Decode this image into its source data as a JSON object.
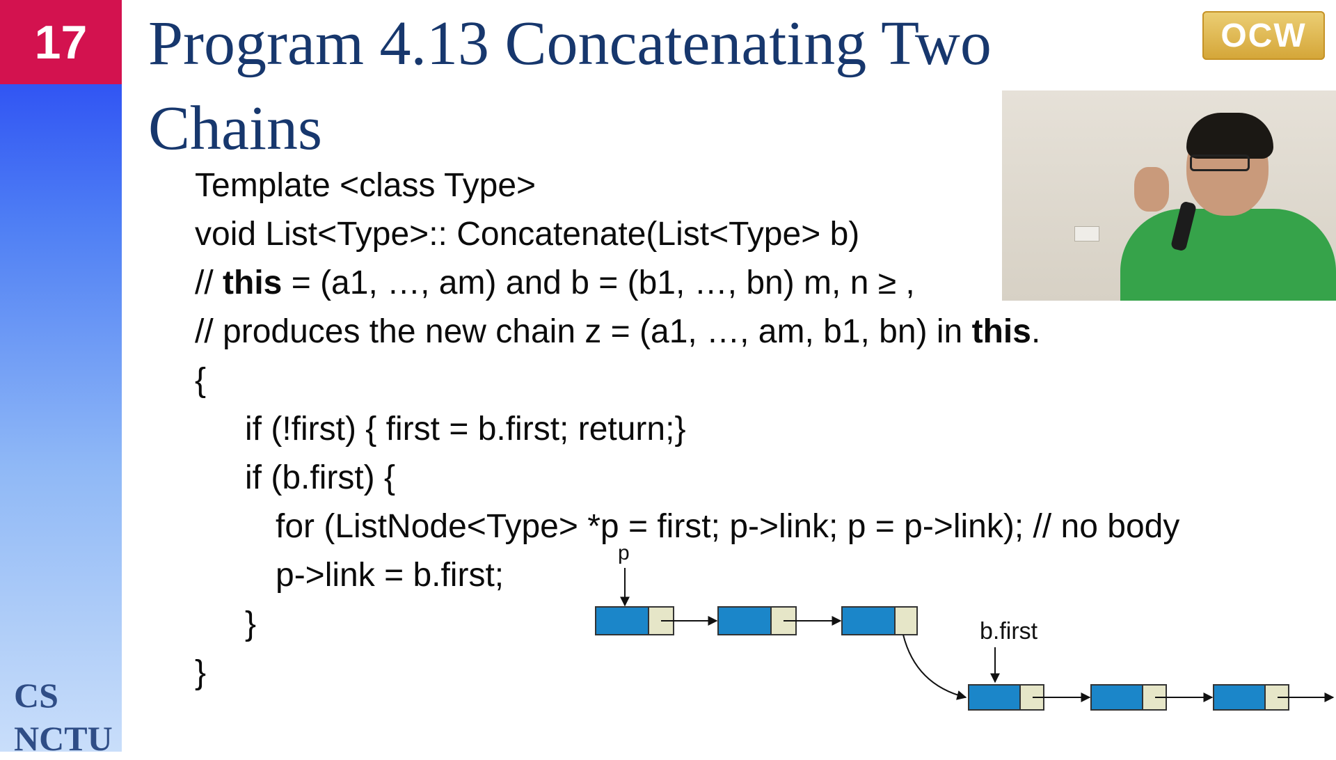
{
  "slide": {
    "number": "17",
    "title_line1": "Program 4.13 Concatenating Two",
    "title_line2": "Chains",
    "brand_line1": "CS",
    "brand_line2": "NCTU",
    "logo_text": "OCW"
  },
  "code": {
    "line1": "Template <class Type>",
    "line2": "void List<Type>:: Concatenate(List<Type> b)",
    "line3_prefix": "// ",
    "line3_bold": "this",
    "line3_rest": " = (a1, …, am) and b = (b1, …, bn) m, n ≥ ,",
    "line4_prefix": "// produces the new chain z = (a1, …, am, b1, bn) in ",
    "line4_bold": "this",
    "line4_suffix": ".",
    "line5": "{",
    "line6": "if (!first) { first = b.first; return;}",
    "line7": "if (b.first) {",
    "line8": "for (ListNode<Type> *p = first; p->link; p = p->link); // no body",
    "line9": "p->link = b.first;",
    "line10": "}",
    "line11": "}"
  },
  "diagram": {
    "pointer_p": "p",
    "pointer_bfirst": "b.first"
  },
  "colors": {
    "slide_number_bg": "#d3124f",
    "title": "#17376d",
    "node_data": "#1b86c9",
    "node_link": "#e6e6c8"
  }
}
